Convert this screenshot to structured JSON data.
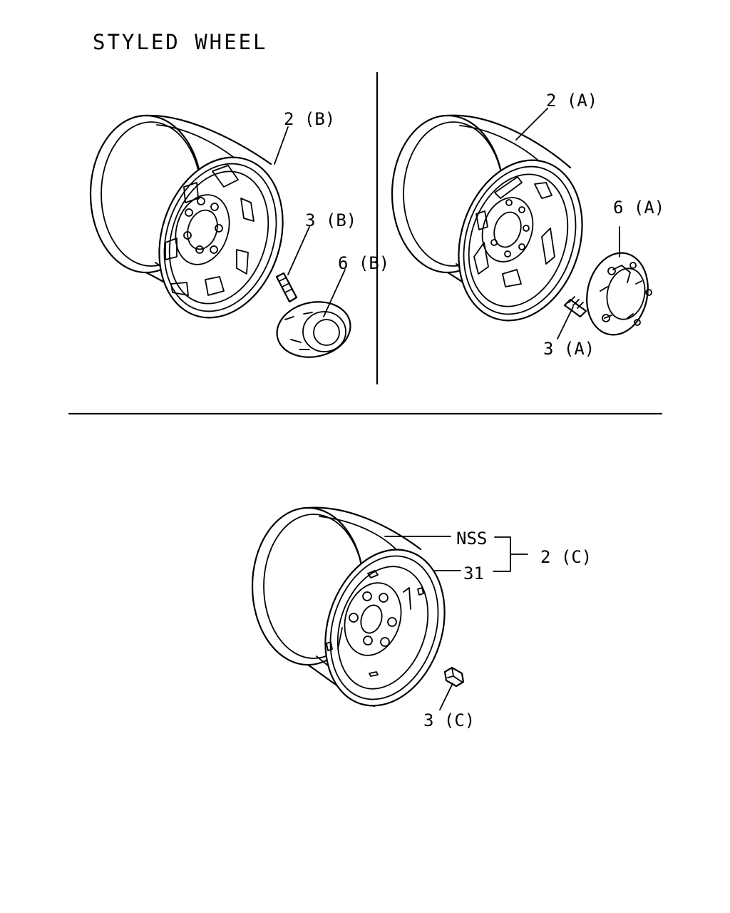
{
  "title": "STYLED WHEEL",
  "labels": {
    "wheel_b": "2 (B)",
    "bolt_b": "3 (B)",
    "cap_b": "6 (B)",
    "wheel_a": "2 (A)",
    "cap_a": "6 (A)",
    "bolt_a": "3 (A)",
    "nss": "NSS",
    "num31": "31",
    "wheel_c": "2 (C)",
    "nut_c": "3 (C)"
  }
}
